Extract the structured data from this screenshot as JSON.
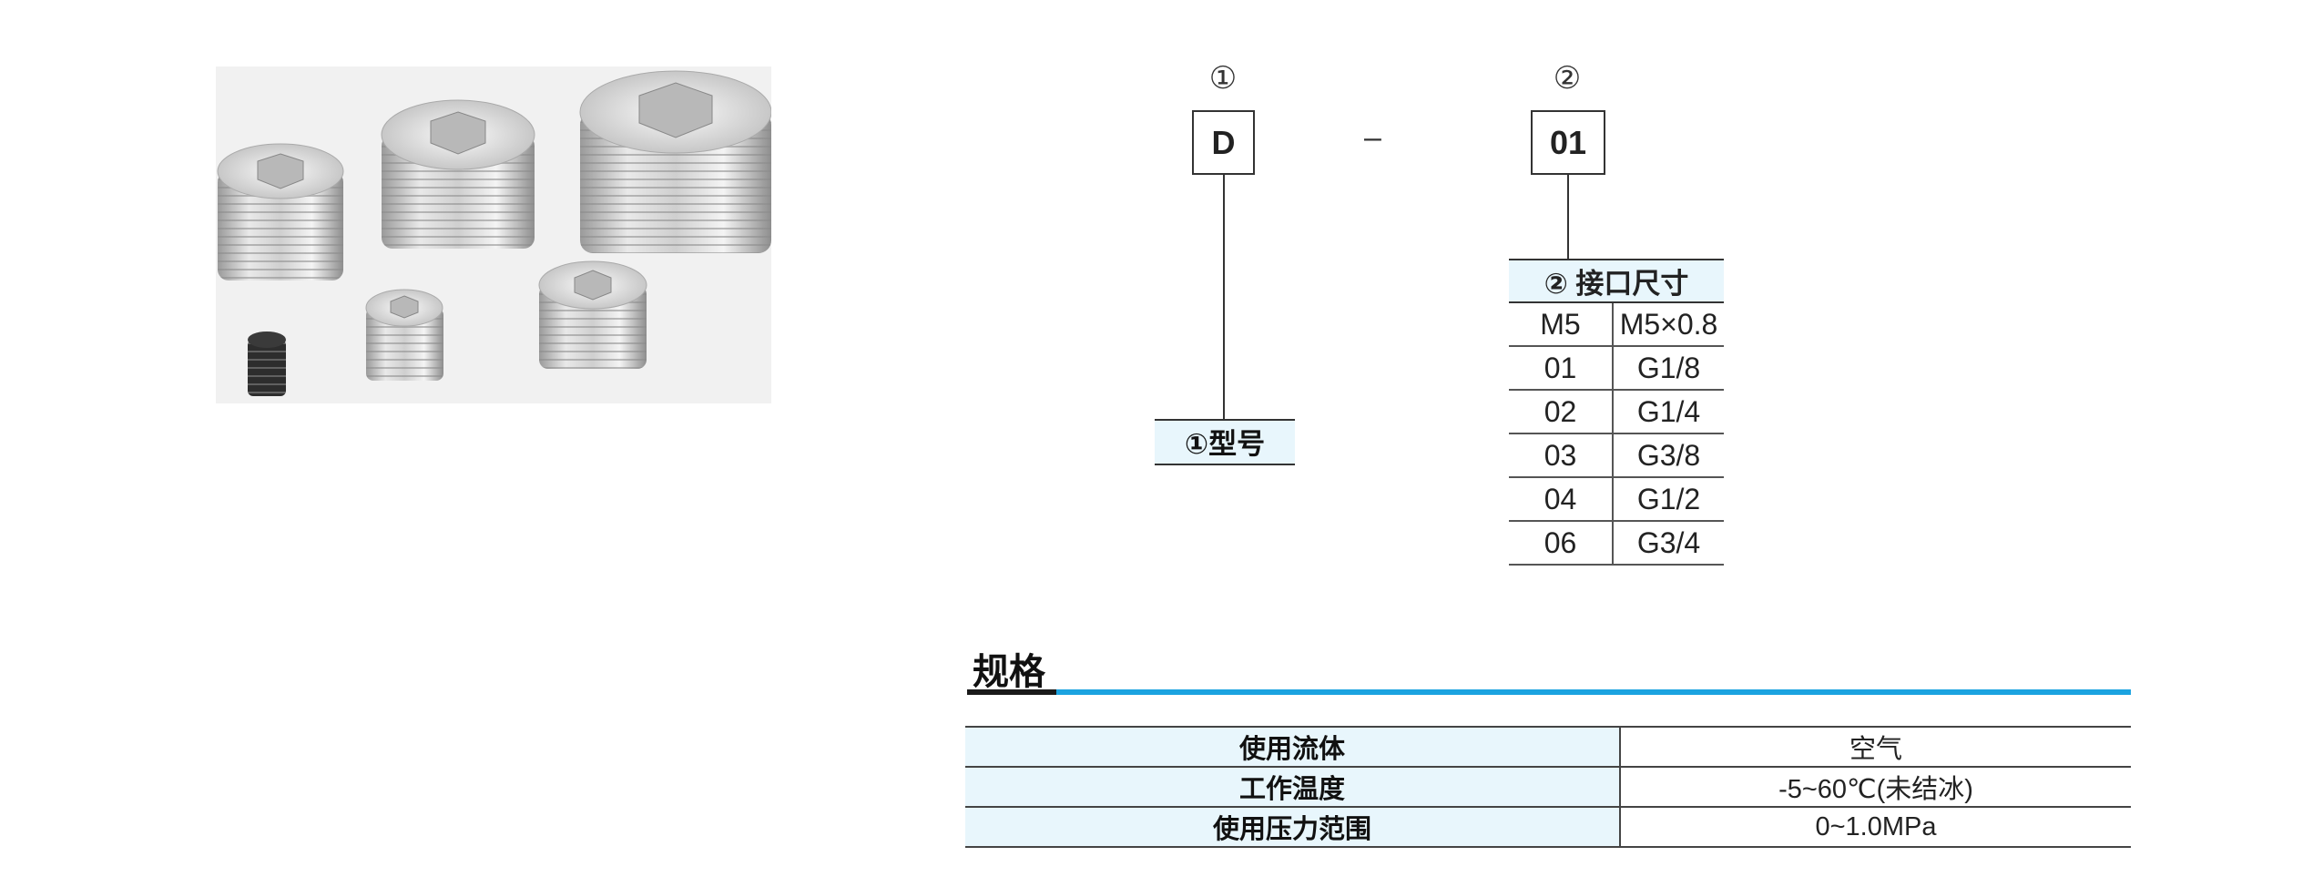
{
  "code": {
    "markers": [
      "①",
      "②"
    ],
    "segments": [
      "D",
      "01"
    ],
    "separator": "–",
    "model_caption": "①型号",
    "size_table": {
      "header": "② 接口尺寸",
      "rows": [
        [
          "M5",
          "M5×0.8"
        ],
        [
          "01",
          "G1/8"
        ],
        [
          "02",
          "G1/4"
        ],
        [
          "03",
          "G3/8"
        ],
        [
          "04",
          "G1/2"
        ],
        [
          "06",
          "G3/4"
        ]
      ]
    }
  },
  "spec": {
    "title": "规格",
    "rows": [
      {
        "label": "使用流体",
        "value": "空气"
      },
      {
        "label": "工作温度",
        "value": "-5~60℃(未结冰)"
      },
      {
        "label": "使用压力范围",
        "value": "0~1.0MPa"
      }
    ]
  },
  "colors": {
    "accent_blue": "#1ba3e0",
    "header_fill": "#e8f6fc"
  }
}
